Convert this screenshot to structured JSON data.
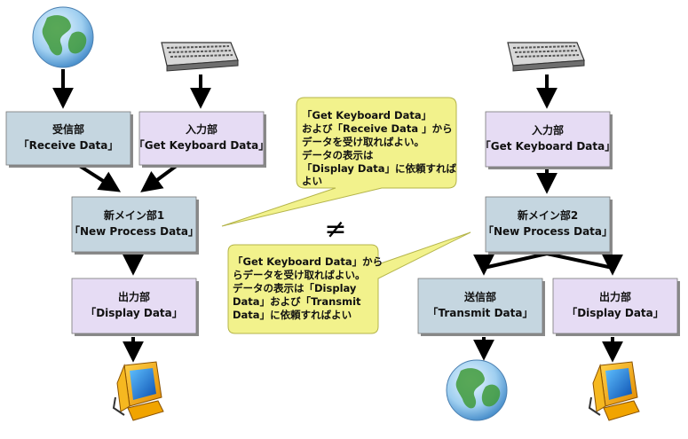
{
  "colors": {
    "module_blue": "#c5d6e0",
    "module_lavender": "#e6dcf4",
    "callout_yellow": "#f2f28c",
    "callout_border": "#b4b44a",
    "arrow": "#000000",
    "shadow": "#8a8a8a"
  },
  "icons": {
    "globe": "globe-icon",
    "keyboard": "keyboard-icon",
    "monitor": "monitor-icon"
  },
  "left": {
    "receive": {
      "line1": "受信部",
      "line2": "「Receive Data」"
    },
    "input": {
      "line1": "入力部",
      "line2": "「Get Keyboard Data」"
    },
    "process": {
      "line1": "新メイン部1",
      "line2": "「New Process Data」"
    },
    "output": {
      "line1": "出力部",
      "line2": "「Display Data」"
    }
  },
  "right": {
    "input": {
      "line1": "入力部",
      "line2": "「Get Keyboard Data」"
    },
    "process": {
      "line1": "新メイン部2",
      "line2": "「New Process Data」"
    },
    "transmit": {
      "line1": "送信部",
      "line2": "「Transmit Data」"
    },
    "output": {
      "line1": "出力部",
      "line2": "「Display Data」"
    }
  },
  "callout_left": {
    "lines": [
      "「Get Keyboard Data」",
      "および「Receive Data 」から",
      "データを受け取ればよい。",
      "データの表示は",
      "「Display Data」に依頼すれば",
      "よい"
    ]
  },
  "callout_right": {
    "lines": [
      "「Get Keyboard Data」から",
      "らデータを受け取ればよい。",
      "データの表示は「Display",
      "Data」および「Transmit",
      "Data」に依頼すればよい"
    ]
  },
  "not_equal_symbol": "≠"
}
